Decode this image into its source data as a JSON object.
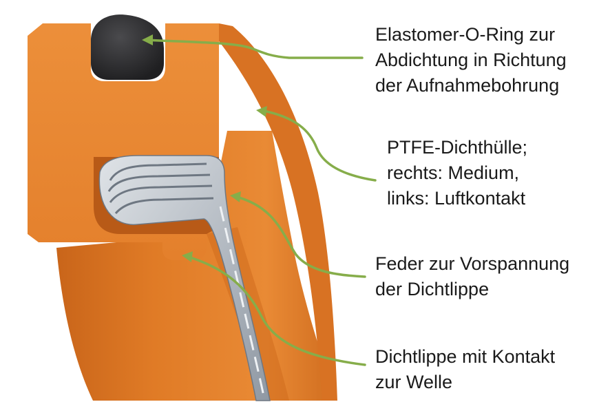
{
  "callouts": {
    "o_ring": {
      "lines": [
        "Elastomer-O-Ring zur",
        "Abdichtung in Richtung",
        "der Aufnahmebohrung"
      ]
    },
    "ptfe_jacket": {
      "lines": [
        "PTFE-Dichthülle;",
        "rechts: Medium,",
        "links: Luftkontakt"
      ]
    },
    "spring": {
      "lines": [
        "Feder zur Vorspannung",
        "der Dichtlippe"
      ]
    },
    "sealing_lip": {
      "lines": [
        "Dichtlippe mit Kontakt",
        "zur Welle"
      ]
    }
  },
  "colors": {
    "housing_orange": "#e07b26",
    "housing_face": "#e98a35",
    "housing_shadow": "#c9651a",
    "o_ring": "#2e2e30",
    "spring_gray": "#8f98a3",
    "spring_light": "#d7dce1",
    "leader_green": "#86ad4a",
    "text": "#1a1a1a"
  },
  "icons": {
    "o_ring": "o-ring-cross-section",
    "spring": "v-spring-coil",
    "housing": "seal-housing-section"
  }
}
